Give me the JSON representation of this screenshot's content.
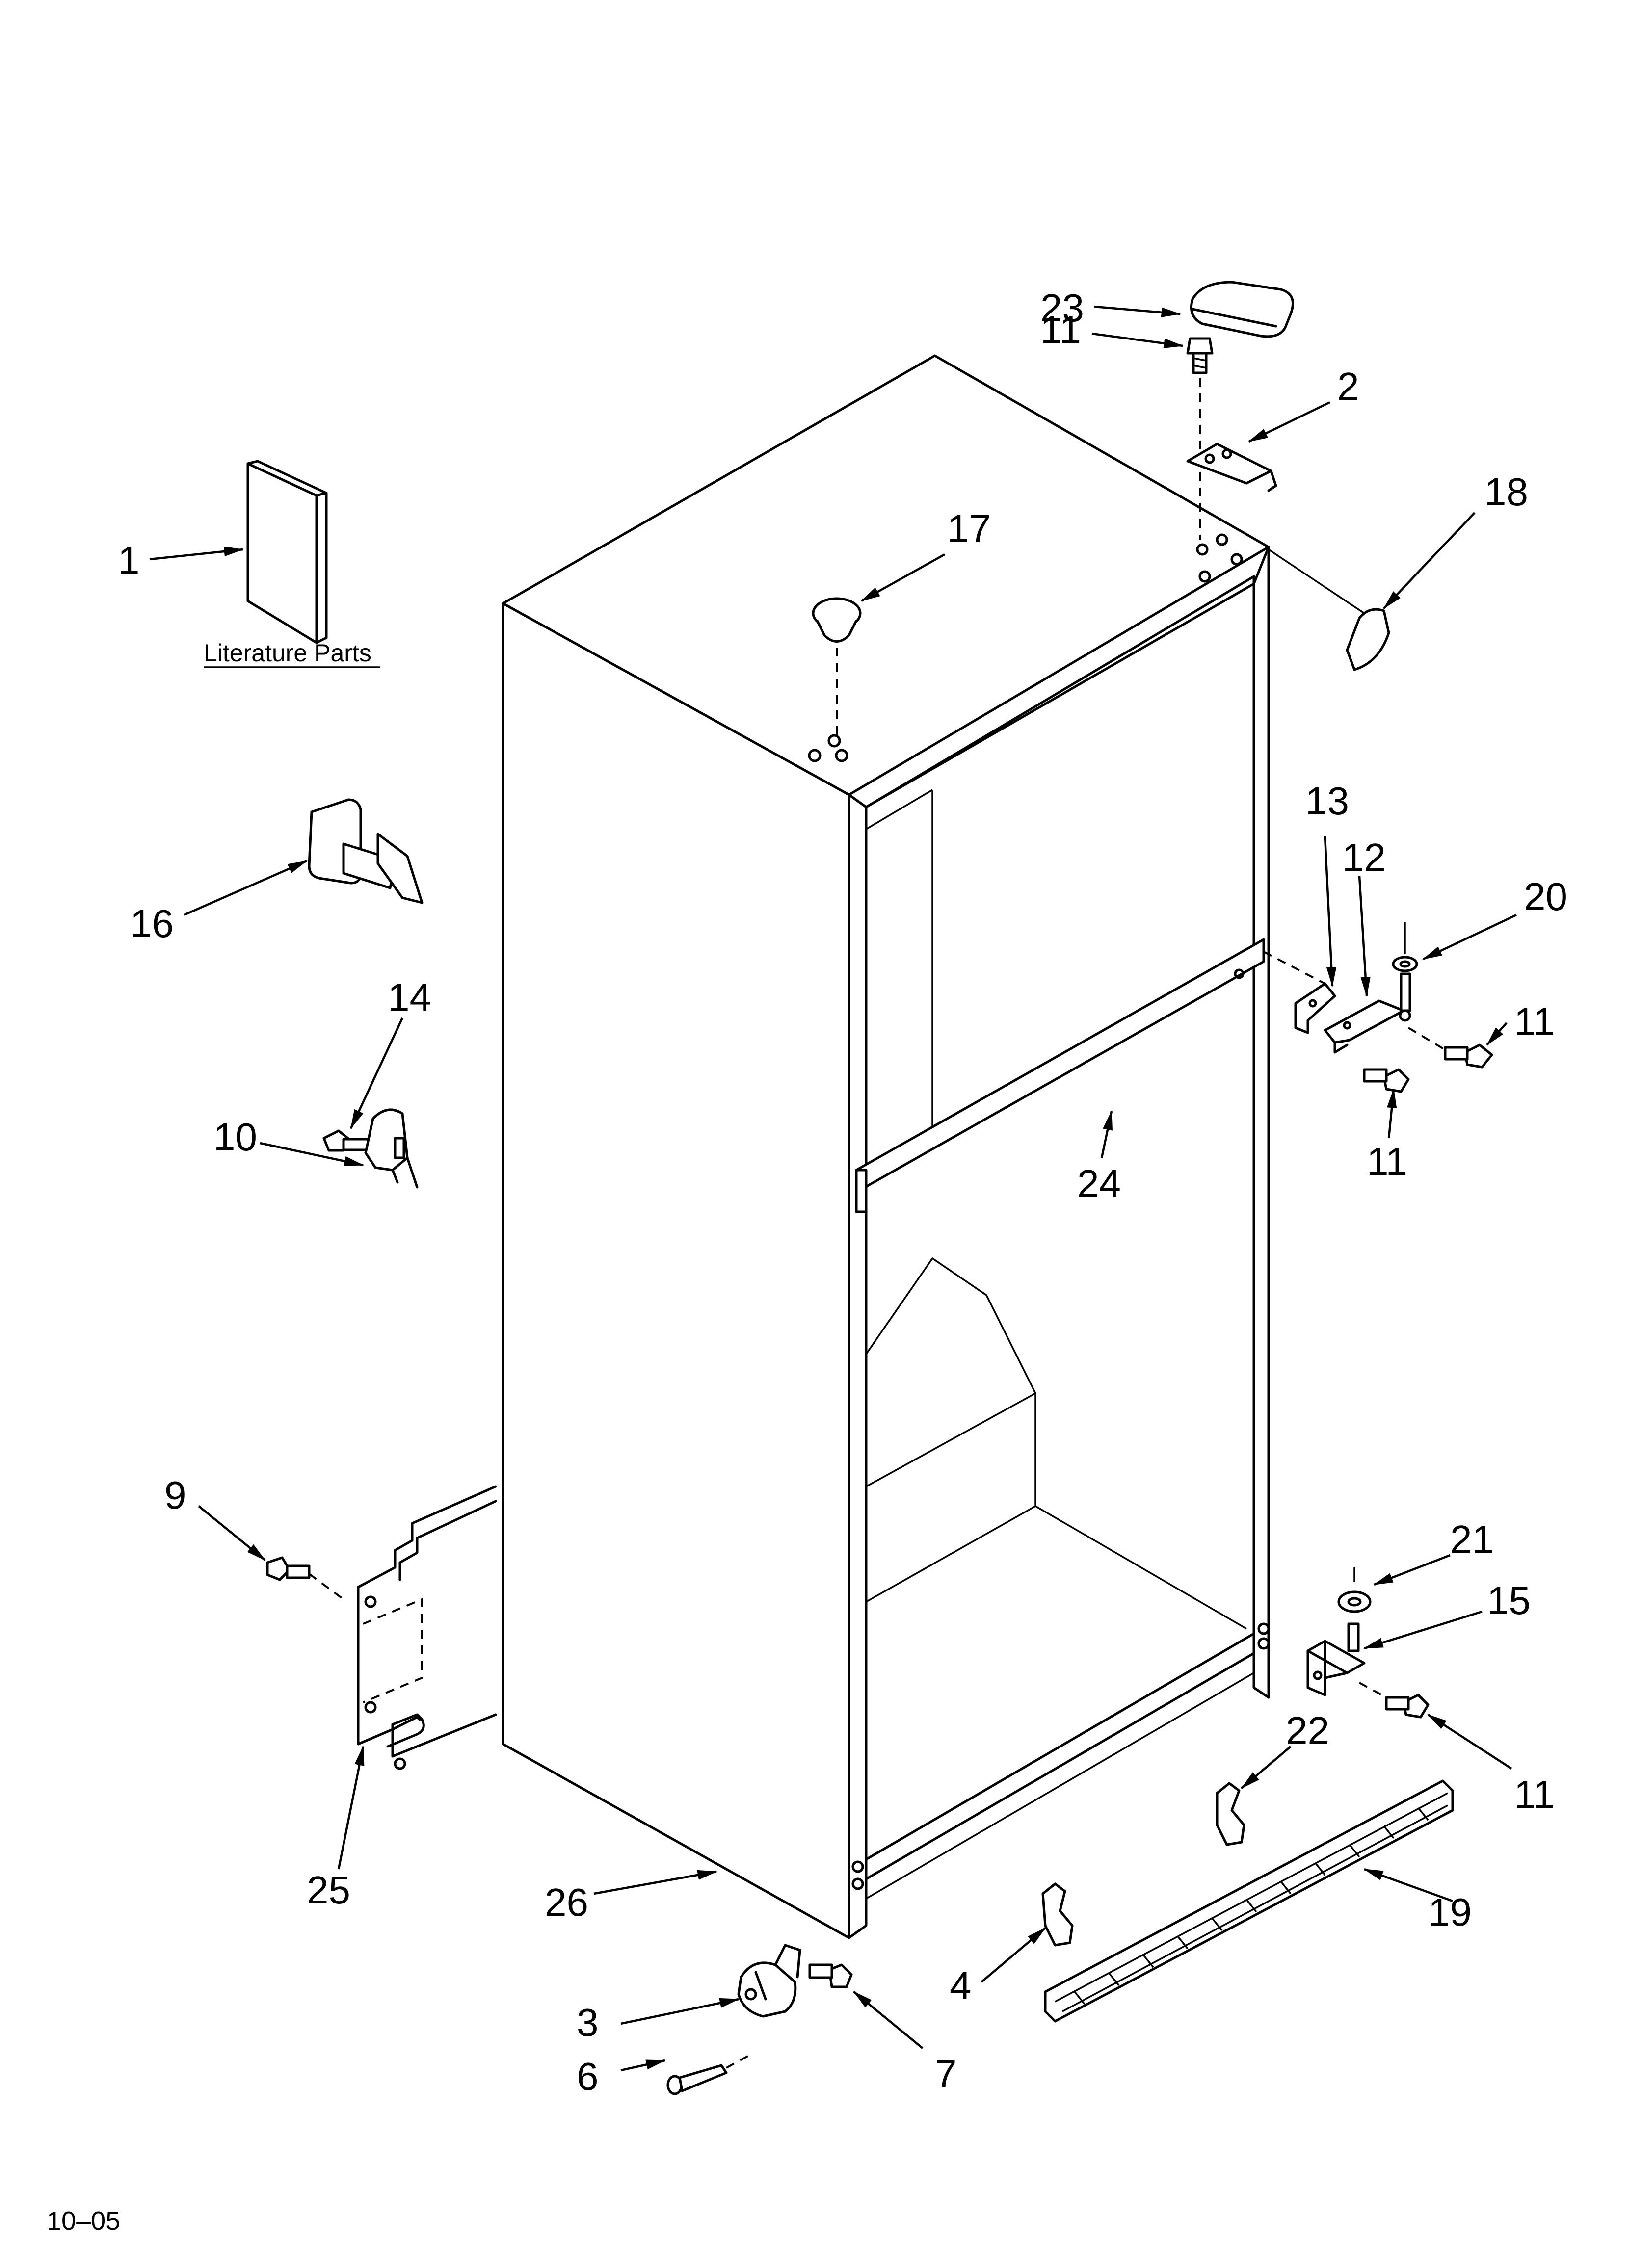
{
  "literature_caption": "Literature Parts",
  "footer_code": "10–05",
  "callouts": {
    "c1": "1",
    "c2": "2",
    "c3": "3",
    "c4": "4",
    "c6": "6",
    "c7": "7",
    "c9": "9",
    "c10": "10",
    "c11a": "11",
    "c11b": "11",
    "c11c": "11",
    "c11d": "11",
    "c12": "12",
    "c13": "13",
    "c14": "14",
    "c15": "15",
    "c16": "16",
    "c17": "17",
    "c18": "18",
    "c19": "19",
    "c20": "20",
    "c21": "21",
    "c22": "22",
    "c23": "23",
    "c24": "24",
    "c25": "25",
    "c26": "26"
  }
}
